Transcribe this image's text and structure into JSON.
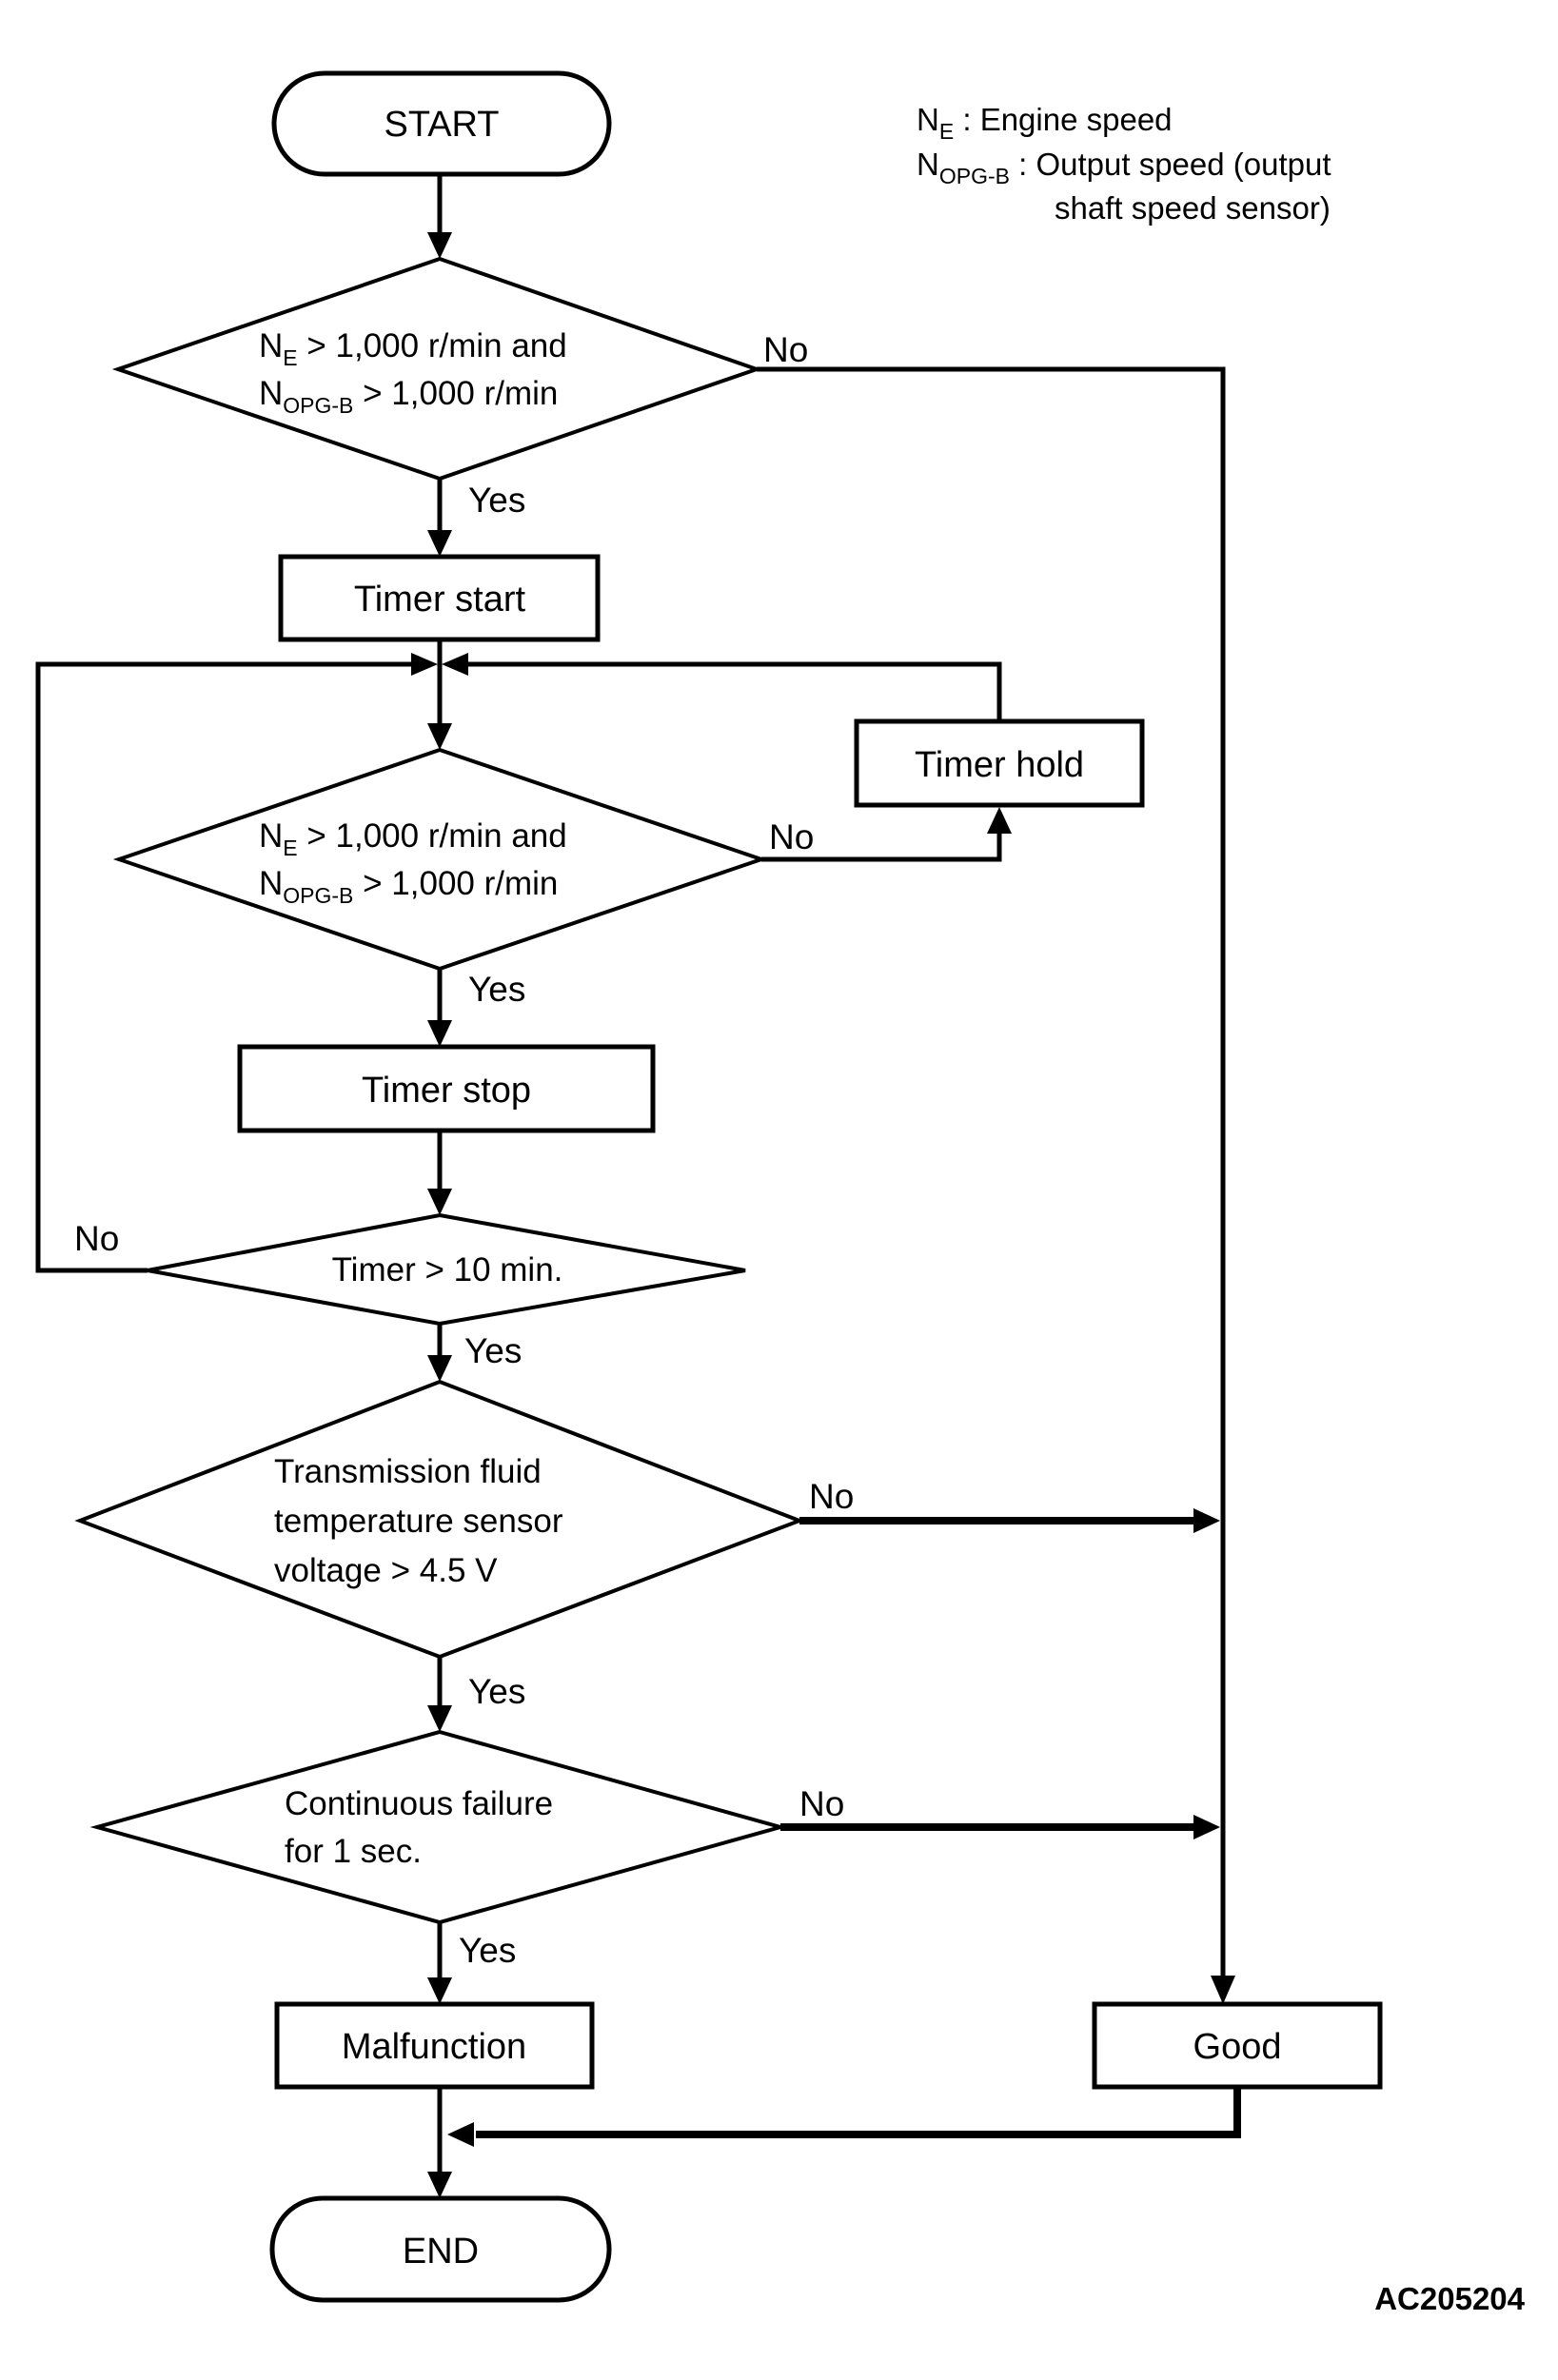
{
  "colors": {
    "ink": "#000000",
    "paper": "#ffffff"
  },
  "legend": {
    "sym1": "N",
    "sym1_sub": "E",
    "line1_rest": " : Engine speed",
    "sym2": "N",
    "sym2_sub": "OPG-B",
    "line2_rest": " : Output speed (output",
    "line3": "shaft speed sensor)"
  },
  "labels": {
    "yes": "Yes",
    "no": "No"
  },
  "condition_speed": {
    "n": "N",
    "sub_e": "E",
    "rest1": " > 1,000 r/min and",
    "sub_opgb": "OPG-B",
    "rest2": " > 1,000 r/min"
  },
  "nodes": {
    "start": "START",
    "timer_start": "Timer start",
    "timer_hold": "Timer hold",
    "timer_stop": "Timer stop",
    "timer_check": "Timer > 10 min.",
    "fluid1": "Transmission fluid",
    "fluid2": "temperature sensor",
    "fluid3": "voltage > 4.5 V",
    "fail1": "Continuous failure",
    "fail2": "for 1 sec.",
    "malfunction": "Malfunction",
    "good": "Good",
    "end": "END"
  },
  "figure": {
    "id": "AC205204"
  }
}
